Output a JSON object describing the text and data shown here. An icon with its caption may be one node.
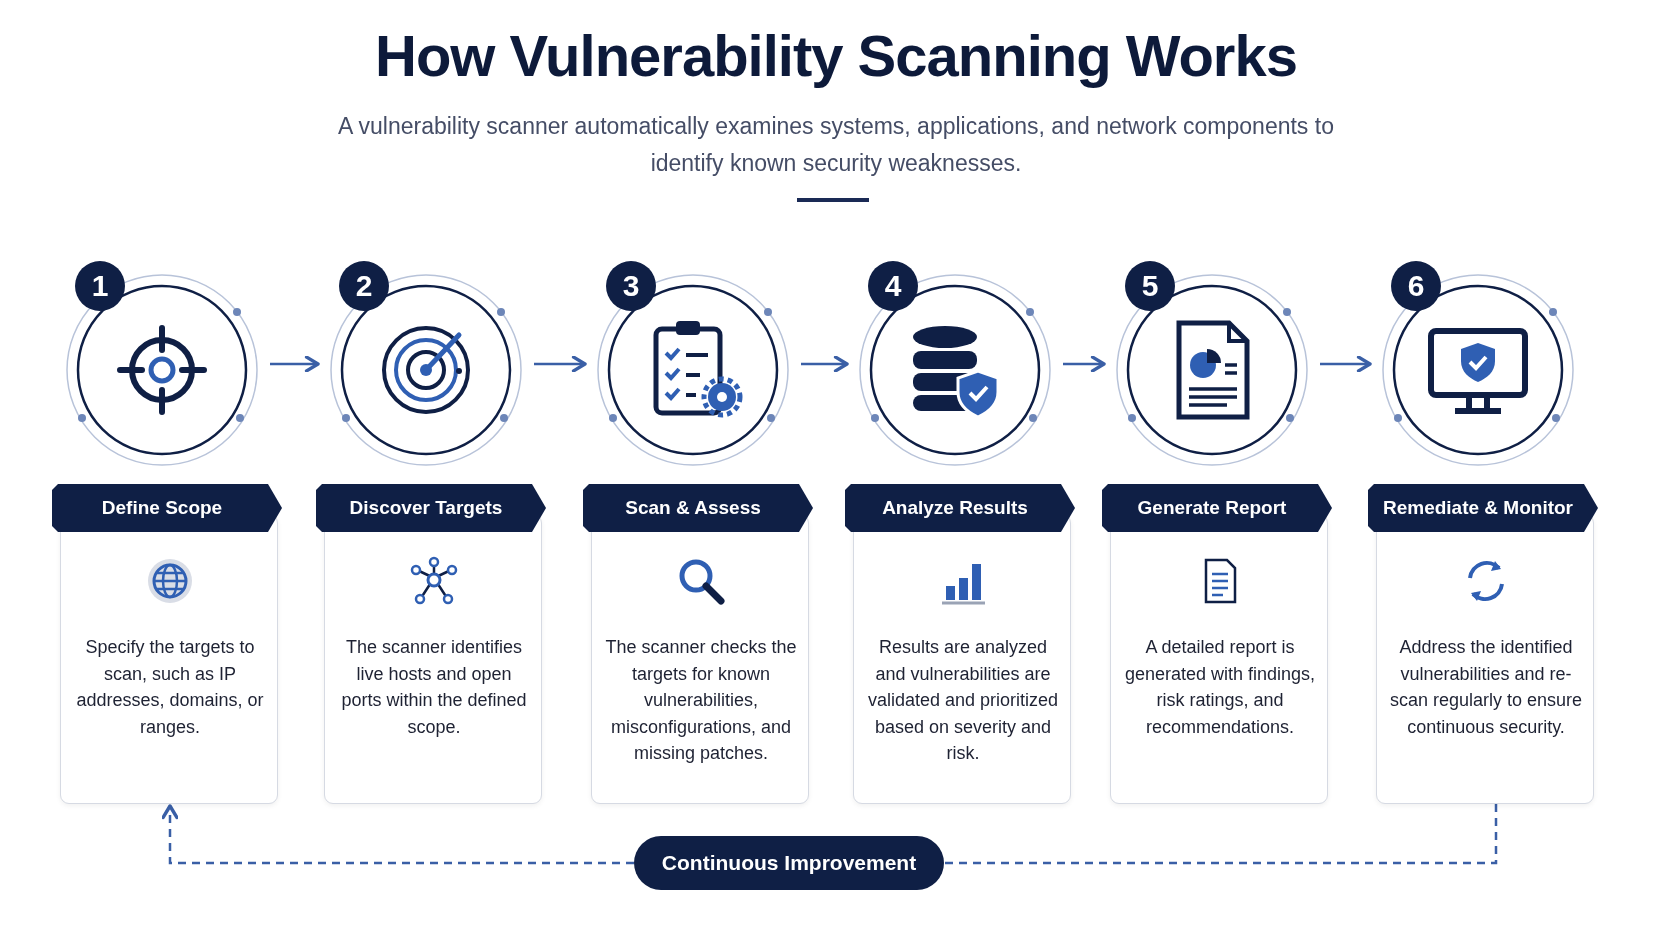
{
  "diagram": {
    "title": "How Vulnerability Scanning Works",
    "nodes": [
      {
        "text": [
          "1"
        ]
      },
      {
        "text": [
          "2"
        ]
      },
      {
        "text": [
          "3"
        ]
      },
      {
        "text": [
          "4"
        ]
      },
      {
        "text": [
          "5"
        ]
      },
      {
        "text": [
          "6"
        ]
      },
      {
        "text": [
          "Define Scope",
          "Specify the targets to scan, such as IP addresses, domains, or ranges."
        ]
      },
      {
        "text": [
          "Discover Targets",
          "The scanner identifies live hosts and open ports within the defined scope."
        ]
      },
      {
        "text": [
          "Scan & Assess",
          "The scanner checks the targets for known vulnerabilities, misconfigurations, and missing patches."
        ]
      },
      {
        "text": [
          "Analyze Results",
          "Results are analyzed and vulnerabilities are validated and prioritized based on severity and risk."
        ]
      },
      {
        "text": [
          "Generate Report",
          "A detailed report is generated with findings, risk ratings, and recommendations."
        ]
      },
      {
        "text": [
          "Remediate & Monitor",
          "Address the identified vulnerabilities and re-scan regularly to ensure continuous security."
        ]
      },
      {
        "text": [
          "Continuous Improvement"
        ]
      }
    ],
    "edges": [
      {
        "from": 0,
        "to": 1,
        "arrow": "to"
      },
      {
        "from": 1,
        "to": 2,
        "arrow": "to"
      },
      {
        "from": 2,
        "to": 3,
        "arrow": "to"
      },
      {
        "from": 3,
        "to": 4,
        "arrow": "to"
      },
      {
        "from": 4,
        "to": 5,
        "arrow": "to"
      },
      {
        "from": 11,
        "to": 12,
        "arrow": "none",
        "style": "dashed"
      },
      {
        "from": 12,
        "to": 6,
        "arrow": "to",
        "style": "dashed"
      }
    ],
    "labels": [
      "A vulnerability scanner automatically examines systems, applications, and network components to identify known security weaknesses."
    ]
  }
}
